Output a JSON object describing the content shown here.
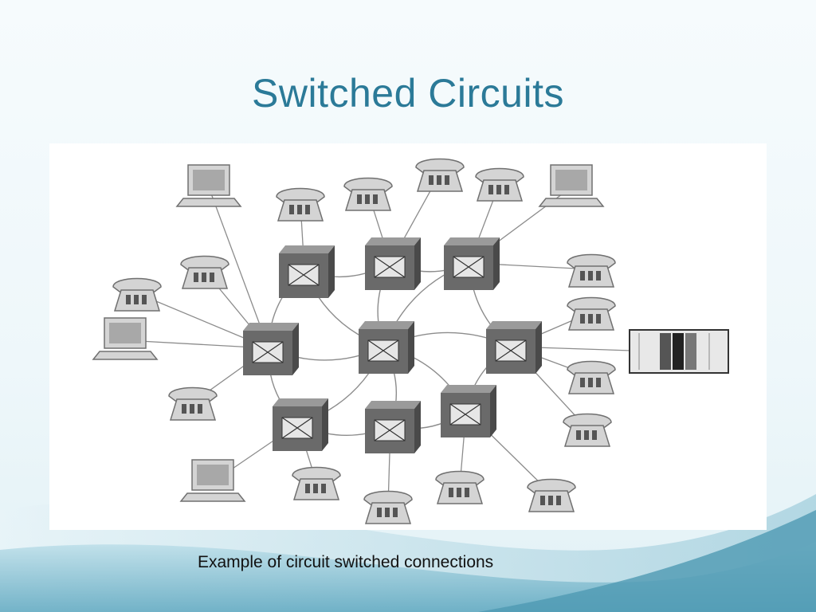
{
  "slide": {
    "title": "Switched Circuits",
    "caption": "Example of circuit switched connections"
  },
  "diagram": {
    "colors": {
      "switch_front": "#6a6a6a",
      "switch_top": "#9a9a9a",
      "switch_side": "#4a4a4a",
      "device_fill": "#d4d4d4",
      "device_stroke": "#707070",
      "line": "#8c8c8c",
      "accent": "#2b7a98"
    },
    "switches": [
      {
        "id": "s-top-left"
      },
      {
        "id": "s-top-center"
      },
      {
        "id": "s-top-right"
      },
      {
        "id": "s-mid-left"
      },
      {
        "id": "s-center"
      },
      {
        "id": "s-mid-right"
      },
      {
        "id": "s-bottom-left"
      },
      {
        "id": "s-bottom-center"
      },
      {
        "id": "s-bottom-right"
      }
    ],
    "devices": [
      {
        "kind": "laptop",
        "attach": 3
      },
      {
        "kind": "laptop",
        "attach": 3
      },
      {
        "kind": "laptop",
        "attach": 6
      },
      {
        "kind": "laptop",
        "attach": 2
      },
      {
        "kind": "phone",
        "attach": 0
      },
      {
        "kind": "phone",
        "attach": 1
      },
      {
        "kind": "phone",
        "attach": 1
      },
      {
        "kind": "phone",
        "attach": 2
      },
      {
        "kind": "phone",
        "attach": 3
      },
      {
        "kind": "phone",
        "attach": 3
      },
      {
        "kind": "phone",
        "attach": 2
      },
      {
        "kind": "phone",
        "attach": 5
      },
      {
        "kind": "phone",
        "attach": 5
      },
      {
        "kind": "phone",
        "attach": 3
      },
      {
        "kind": "phone",
        "attach": 5
      },
      {
        "kind": "phone",
        "attach": 6
      },
      {
        "kind": "phone",
        "attach": 7
      },
      {
        "kind": "phone",
        "attach": 8
      },
      {
        "kind": "phone",
        "attach": 8
      },
      {
        "kind": "server",
        "attach": 5
      }
    ],
    "trunks": [
      [
        0,
        4
      ],
      [
        1,
        4
      ],
      [
        2,
        4
      ],
      [
        3,
        4
      ],
      [
        5,
        4
      ],
      [
        6,
        4
      ],
      [
        7,
        4
      ],
      [
        8,
        4
      ],
      [
        0,
        1
      ],
      [
        1,
        2
      ],
      [
        3,
        6
      ],
      [
        6,
        7
      ],
      [
        7,
        8
      ],
      [
        2,
        5
      ],
      [
        5,
        8
      ],
      [
        0,
        3
      ]
    ]
  }
}
